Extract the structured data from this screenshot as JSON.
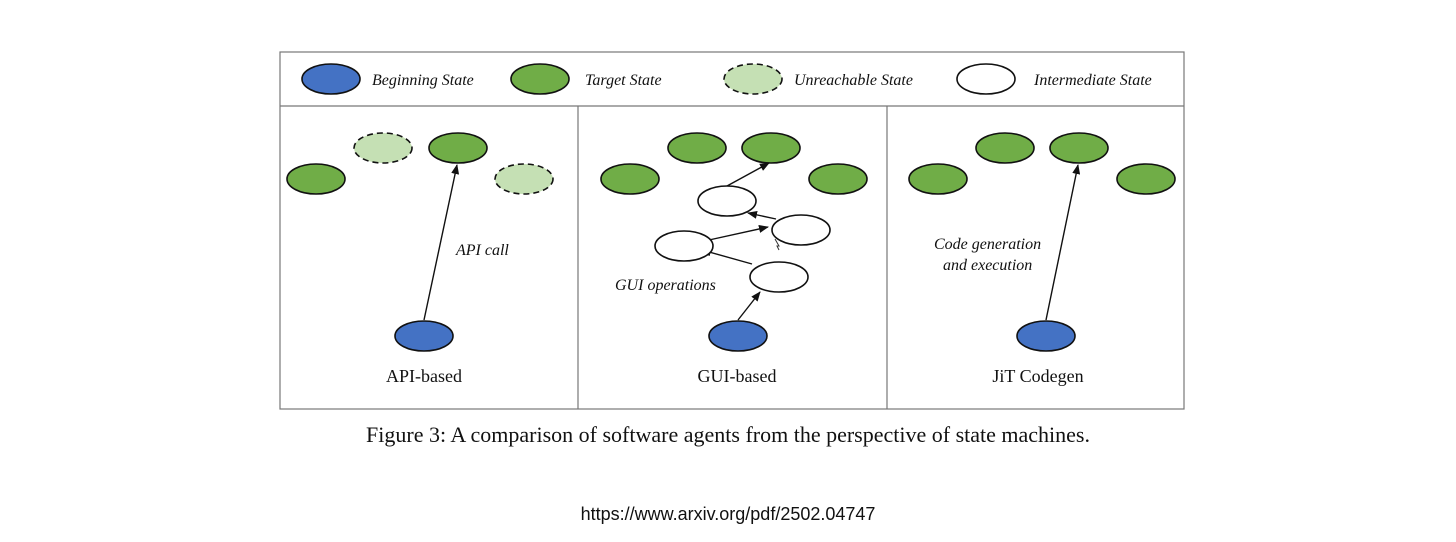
{
  "legend": {
    "beginning": "Beginning State",
    "target": "Target State",
    "unreachable": "Unreachable State",
    "intermediate": "Intermediate State"
  },
  "panels": {
    "api": {
      "title": "API-based",
      "edge_label": "API call"
    },
    "gui": {
      "title": "GUI-based",
      "edge_label": "GUI operations"
    },
    "jit": {
      "title": "JiT Codegen",
      "edge_label_line1": "Code generation",
      "edge_label_line2": "and execution"
    }
  },
  "caption": "Figure 3: A comparison of software agents from the perspective of state machines.",
  "url": "https://www.arxiv.org/pdf/2502.04747",
  "colors": {
    "beginning": "#4472c4",
    "target": "#70ad47",
    "unreachable": "#c5e0b4",
    "intermediate": "#ffffff"
  }
}
